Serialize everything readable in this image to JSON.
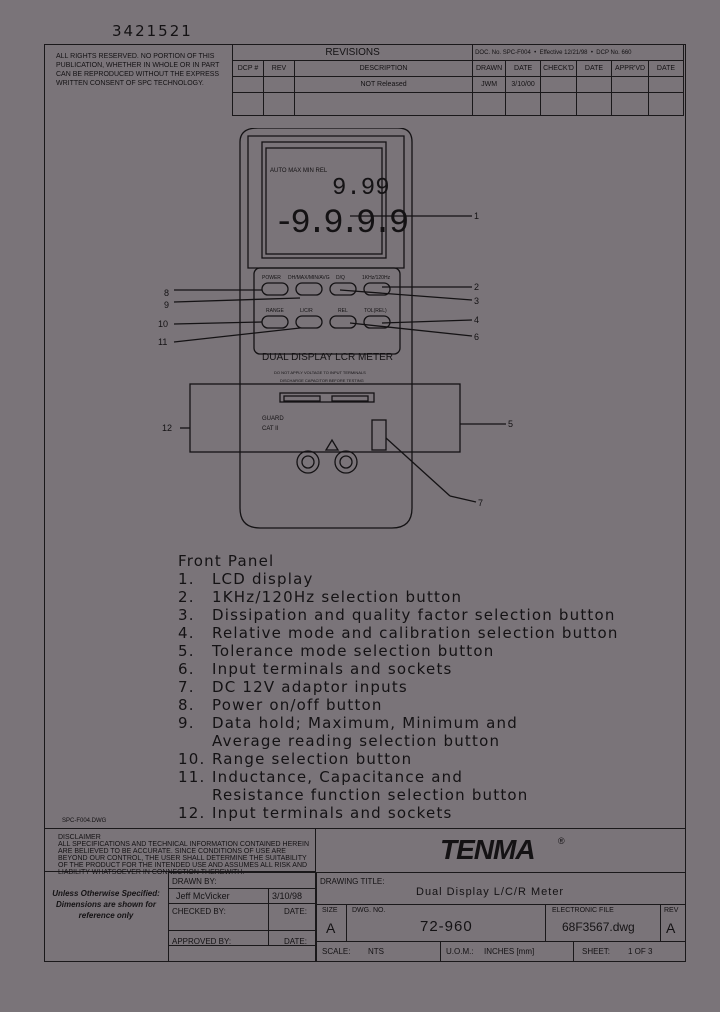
{
  "handwritten_number": "3421521",
  "copyright_notice": "ALL RIGHTS RESERVED. NO PORTION OF THIS PUBLICATION, WHETHER IN WHOLE OR IN PART CAN BE REPRODUCED WITHOUT THE EXPRESS WRITTEN CONSENT OF SPC TECHNOLOGY.",
  "revisions": {
    "title": "REVISIONS",
    "doc_no": "DOC. No. SPC-F004",
    "effective": "Effective 12/21/98",
    "dcp_no": "DCP No. 660",
    "headers": [
      "DCP #",
      "REV",
      "DESCRIPTION",
      "DRAWN",
      "DATE",
      "CHECK'D",
      "DATE",
      "APPR'VD",
      "DATE"
    ],
    "row": {
      "description": "NOT Released",
      "drawn": "JWM",
      "date": "3/10/00"
    }
  },
  "meter": {
    "lcd_top": "9.99",
    "lcd_main": "-9.9.9.9",
    "lcd_sub_labels": "AUTO MAX MIN REL",
    "buttons_row1_labels": [
      "POWER",
      "DH/MAX/MIN/AVG",
      "D/Q",
      "1KHz/120Hz"
    ],
    "buttons_row2_labels": [
      "RANGE",
      "L/C/R",
      "REL",
      "TOL(REL)"
    ],
    "model_label": "DUAL DISPLAY LCR METER",
    "warning_line1": "DO NOT APPLY VOLTAGE TO INPUT TERMINALS",
    "warning_line2": "DISCHARGE CAPACITOR BEFORE TESTING",
    "socket_label1": "GUARD",
    "socket_label2": "CAT II",
    "callouts": [
      "1",
      "2",
      "3",
      "4",
      "5",
      "6",
      "7",
      "8",
      "9",
      "10",
      "11",
      "12"
    ]
  },
  "front_panel": {
    "title": "Front Panel",
    "items": [
      {
        "num": "1.",
        "text": "LCD display"
      },
      {
        "num": "2.",
        "text": "1KHz/120Hz selection button"
      },
      {
        "num": "3.",
        "text": "Dissipation and quality factor selection button"
      },
      {
        "num": "4.",
        "text": "Relative mode and calibration selection button"
      },
      {
        "num": "5.",
        "text": "Tolerance mode selection button"
      },
      {
        "num": "6.",
        "text": "Input terminals and sockets"
      },
      {
        "num": "7.",
        "text": "DC 12V adaptor inputs"
      },
      {
        "num": "8.",
        "text": "Power on/off button"
      },
      {
        "num": "9.",
        "text": "Data hold; Maximum, Minimum and"
      },
      {
        "num": "",
        "text": "Average reading selection button"
      },
      {
        "num": "10.",
        "text": "Range selection button"
      },
      {
        "num": "11.",
        "text": "Inductance, Capacitance and"
      },
      {
        "num": "",
        "text": "Resistance function selection button"
      },
      {
        "num": "12.",
        "text": "Input terminals and sockets"
      }
    ]
  },
  "title_block": {
    "form_id": "SPC-F004.DWG",
    "disclaimer_title": "DISCLAIMER",
    "disclaimer": "ALL SPECIFICATIONS AND TECHNICAL INFORMATION CONTAINED HEREIN ARE BELIEVED TO BE ACCURATE. SINCE CONDITIONS OF USE ARE BEYOND OUR CONTROL, THE USER SHALL DETERMINE THE SUITABILITY OF THE PRODUCT FOR THE INTENDED USE AND ASSUMES ALL RISK AND LIABILITY WHATSOEVER IN CONNECTION THEREWITH.",
    "logo": "TENMA",
    "unless_note": "Unless Otherwise Specified: Dimensions are shown for reference only",
    "drawn_by_label": "DRAWN BY:",
    "drawn_by": "Jeff McVicker",
    "drawn_date": "3/10/98",
    "checked_by_label": "CHECKED BY:",
    "checked_date_label": "DATE:",
    "approved_by_label": "APPROVED BY:",
    "approved_date_label": "DATE:",
    "drawing_title_label": "DRAWING TITLE:",
    "drawing_title": "Dual Display L/C/R Meter",
    "size_label": "SIZE",
    "size": "A",
    "dwg_no_label": "DWG. NO.",
    "dwg_no": "72-960",
    "elec_file_label": "ELECTRONIC FILE",
    "elec_file": "68F3567.dwg",
    "rev_label": "REV",
    "rev": "A",
    "scale_label": "SCALE:",
    "scale": "NTS",
    "uom_label": "U.O.M.:",
    "uom": "INCHES [mm]",
    "sheet_label": "SHEET:",
    "sheet": "1 OF 3"
  }
}
